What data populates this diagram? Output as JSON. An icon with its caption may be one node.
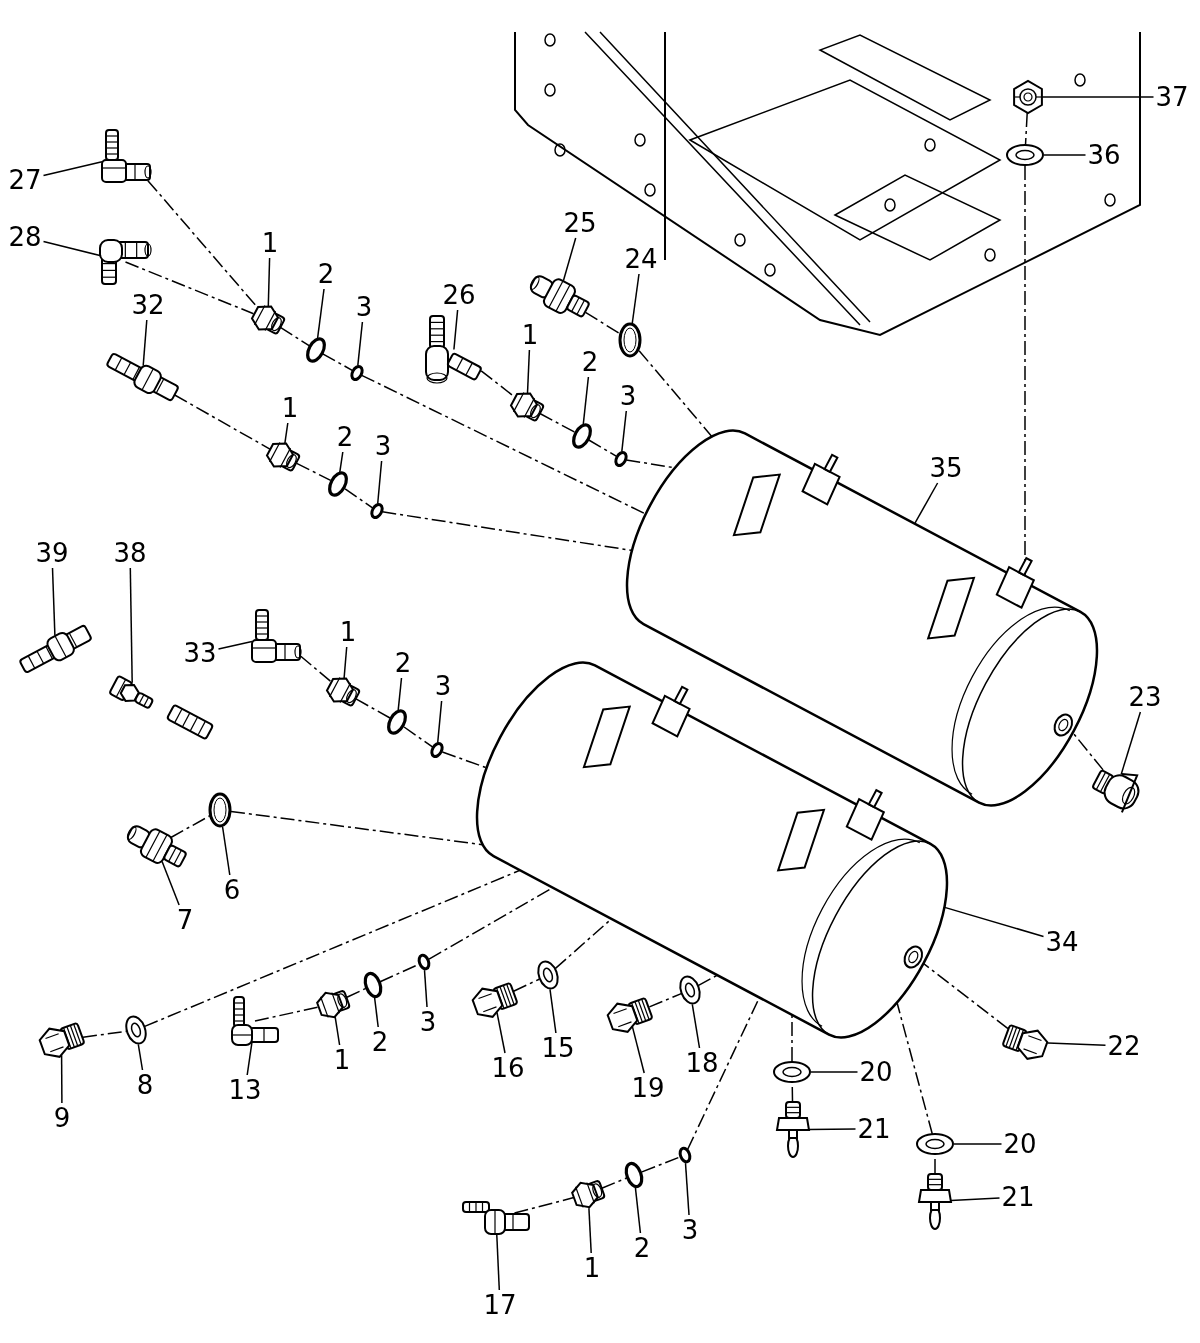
{
  "diagram": {
    "nodes": [
      {
        "text": [
          "27"
        ]
      },
      {
        "text": [],
        "shape": "picture"
      },
      {
        "text": [
          "28"
        ]
      },
      {
        "text": [],
        "shape": "picture"
      },
      {
        "text": [
          "32"
        ]
      },
      {
        "text": [],
        "shape": "picture"
      },
      {
        "text": [
          "1"
        ]
      },
      {
        "text": [],
        "shape": "hexagon"
      },
      {
        "text": [
          "2"
        ]
      },
      {
        "text": [],
        "shape": "circle"
      },
      {
        "text": [
          "3"
        ]
      },
      {
        "text": [],
        "shape": "circle"
      },
      {
        "text": [
          "1"
        ]
      },
      {
        "text": [],
        "shape": "hexagon"
      },
      {
        "text": [
          "2"
        ]
      },
      {
        "text": [],
        "shape": "circle"
      },
      {
        "text": [
          "3"
        ]
      },
      {
        "text": [],
        "shape": "circle"
      },
      {
        "text": [
          "26"
        ]
      },
      {
        "text": [],
        "shape": "picture"
      },
      {
        "text": [
          "1"
        ]
      },
      {
        "text": [],
        "shape": "hexagon"
      },
      {
        "text": [
          "2"
        ]
      },
      {
        "text": [],
        "shape": "circle"
      },
      {
        "text": [
          "3"
        ]
      },
      {
        "text": [],
        "shape": "circle"
      },
      {
        "text": [
          "25"
        ]
      },
      {
        "text": [],
        "shape": "picture"
      },
      {
        "text": [
          "24"
        ]
      },
      {
        "text": [],
        "shape": "circle"
      },
      {
        "text": [
          "37"
        ]
      },
      {
        "text": [],
        "shape": "hexagon"
      },
      {
        "text": [
          "36"
        ]
      },
      {
        "text": [],
        "shape": "circle"
      },
      {
        "text": [
          "35"
        ]
      },
      {
        "text": [],
        "shape": "picture"
      },
      {
        "text": [
          "23"
        ]
      },
      {
        "text": [],
        "shape": "picture"
      },
      {
        "text": [
          "39"
        ]
      },
      {
        "text": [],
        "shape": "picture"
      },
      {
        "text": [
          "38"
        ]
      },
      {
        "text": [],
        "shape": "picture"
      },
      {
        "text": [
          "33"
        ]
      },
      {
        "text": [],
        "shape": "picture"
      },
      {
        "text": [
          "1"
        ]
      },
      {
        "text": [],
        "shape": "hexagon"
      },
      {
        "text": [
          "2"
        ]
      },
      {
        "text": [],
        "shape": "circle"
      },
      {
        "text": [
          "3"
        ]
      },
      {
        "text": [],
        "shape": "circle"
      },
      {
        "text": [
          "34"
        ]
      },
      {
        "text": [],
        "shape": "picture"
      },
      {
        "text": [
          "6"
        ]
      },
      {
        "text": [],
        "shape": "circle"
      },
      {
        "text": [
          "7"
        ]
      },
      {
        "text": [],
        "shape": "picture"
      },
      {
        "text": [
          "9"
        ]
      },
      {
        "text": [],
        "shape": "picture"
      },
      {
        "text": [
          "8"
        ]
      },
      {
        "text": [],
        "shape": "circle"
      },
      {
        "text": [
          "13"
        ]
      },
      {
        "text": [],
        "shape": "picture"
      },
      {
        "text": [
          "1"
        ]
      },
      {
        "text": [],
        "shape": "hexagon"
      },
      {
        "text": [
          "2"
        ]
      },
      {
        "text": [],
        "shape": "circle"
      },
      {
        "text": [
          "3"
        ]
      },
      {
        "text": [],
        "shape": "circle"
      },
      {
        "text": [
          "16"
        ]
      },
      {
        "text": [],
        "shape": "picture"
      },
      {
        "text": [
          "15"
        ]
      },
      {
        "text": [],
        "shape": "circle"
      },
      {
        "text": [
          "19"
        ]
      },
      {
        "text": [],
        "shape": "picture"
      },
      {
        "text": [
          "18"
        ]
      },
      {
        "text": [],
        "shape": "circle"
      },
      {
        "text": [
          "22"
        ]
      },
      {
        "text": [],
        "shape": "picture"
      },
      {
        "text": [
          "20"
        ]
      },
      {
        "text": [],
        "shape": "circle"
      },
      {
        "text": [
          "21"
        ]
      },
      {
        "text": [],
        "shape": "picture"
      },
      {
        "text": [
          "20"
        ]
      },
      {
        "text": [],
        "shape": "circle"
      },
      {
        "text": [
          "21"
        ]
      },
      {
        "text": [],
        "shape": "picture"
      },
      {
        "text": [
          "17"
        ]
      },
      {
        "text": [],
        "shape": "picture"
      },
      {
        "text": [
          "1"
        ]
      },
      {
        "text": [],
        "shape": "hexagon"
      },
      {
        "text": [
          "2"
        ]
      },
      {
        "text": [],
        "shape": "circle"
      },
      {
        "text": [
          "3"
        ]
      },
      {
        "text": [],
        "shape": "circle"
      }
    ],
    "edges": [
      {
        "from": 0,
        "to": 1,
        "arrow": "none"
      },
      {
        "from": 2,
        "to": 3,
        "arrow": "none"
      },
      {
        "from": 4,
        "to": 5,
        "arrow": "none"
      },
      {
        "from": 6,
        "to": 7,
        "arrow": "none"
      },
      {
        "from": 8,
        "to": 9,
        "arrow": "none"
      },
      {
        "from": 10,
        "to": 11,
        "arrow": "none"
      },
      {
        "from": 12,
        "to": 13,
        "arrow": "none"
      },
      {
        "from": 14,
        "to": 15,
        "arrow": "none"
      },
      {
        "from": 16,
        "to": 17,
        "arrow": "none"
      },
      {
        "from": 18,
        "to": 19,
        "arrow": "none"
      },
      {
        "from": 20,
        "to": 21,
        "arrow": "none"
      },
      {
        "from": 22,
        "to": 23,
        "arrow": "none"
      },
      {
        "from": 24,
        "to": 25,
        "arrow": "none"
      },
      {
        "from": 26,
        "to": 27,
        "arrow": "none"
      },
      {
        "from": 28,
        "to": 29,
        "arrow": "none"
      },
      {
        "from": 30,
        "to": 31,
        "arrow": "none"
      },
      {
        "from": 32,
        "to": 33,
        "arrow": "none"
      },
      {
        "from": 34,
        "to": 35,
        "arrow": "none"
      },
      {
        "from": 36,
        "to": 37,
        "arrow": "none"
      },
      {
        "from": 38,
        "to": 39,
        "arrow": "none"
      },
      {
        "from": 40,
        "to": 41,
        "arrow": "none"
      },
      {
        "from": 42,
        "to": 43,
        "arrow": "none"
      },
      {
        "from": 44,
        "to": 45,
        "arrow": "none"
      },
      {
        "from": 46,
        "to": 47,
        "arrow": "none"
      },
      {
        "from": 48,
        "to": 49,
        "arrow": "none"
      },
      {
        "from": 50,
        "to": 51,
        "arrow": "none"
      },
      {
        "from": 52,
        "to": 53,
        "arrow": "none"
      },
      {
        "from": 54,
        "to": 55,
        "arrow": "none"
      },
      {
        "from": 56,
        "to": 57,
        "arrow": "none"
      },
      {
        "from": 58,
        "to": 59,
        "arrow": "none"
      },
      {
        "from": 60,
        "to": 61,
        "arrow": "none"
      },
      {
        "from": 62,
        "to": 63,
        "arrow": "none"
      },
      {
        "from": 64,
        "to": 65,
        "arrow": "none"
      },
      {
        "from": 66,
        "to": 67,
        "arrow": "none"
      },
      {
        "from": 68,
        "to": 69,
        "arrow": "none"
      },
      {
        "from": 70,
        "to": 71,
        "arrow": "none"
      },
      {
        "from": 72,
        "to": 73,
        "arrow": "none"
      },
      {
        "from": 74,
        "to": 75,
        "arrow": "none"
      },
      {
        "from": 76,
        "to": 77,
        "arrow": "none"
      },
      {
        "from": 78,
        "to": 79,
        "arrow": "none"
      },
      {
        "from": 80,
        "to": 81,
        "arrow": "none"
      },
      {
        "from": 82,
        "to": 83,
        "arrow": "none"
      },
      {
        "from": 84,
        "to": 85,
        "arrow": "none"
      },
      {
        "from": 86,
        "to": 87,
        "arrow": "none"
      },
      {
        "from": 88,
        "to": 89,
        "arrow": "none"
      },
      {
        "from": 90,
        "to": 91,
        "arrow": "none"
      },
      {
        "from": 92,
        "to": 93,
        "arrow": "none"
      },
      {
        "from": 1,
        "to": 7,
        "arrow": "none",
        "style": "dashed"
      },
      {
        "from": 3,
        "to": 7,
        "arrow": "none",
        "style": "dashed"
      },
      {
        "from": 7,
        "to": 9,
        "arrow": "none",
        "style": "dashed"
      },
      {
        "from": 9,
        "to": 11,
        "arrow": "none",
        "style": "dashed"
      },
      {
        "from": 11,
        "to": 35,
        "arrow": "none",
        "style": "dashed"
      },
      {
        "from": 5,
        "to": 13,
        "arrow": "none",
        "style": "dashed"
      },
      {
        "from": 13,
        "to": 15,
        "arrow": "none",
        "style": "dashed"
      },
      {
        "from": 15,
        "to": 17,
        "arrow": "none",
        "style": "dashed"
      },
      {
        "from": 17,
        "to": 35,
        "arrow": "none",
        "style": "dashed"
      },
      {
        "from": 19,
        "to": 21,
        "arrow": "none",
        "style": "dashed"
      },
      {
        "from": 21,
        "to": 23,
        "arrow": "none",
        "style": "dashed"
      },
      {
        "from": 23,
        "to": 25,
        "arrow": "none",
        "style": "dashed"
      },
      {
        "from": 25,
        "to": 35,
        "arrow": "none",
        "style": "dashed"
      },
      {
        "from": 27,
        "to": 29,
        "arrow": "none",
        "style": "dashed"
      },
      {
        "from": 29,
        "to": 35,
        "arrow": "none",
        "style": "dashed"
      },
      {
        "from": 31,
        "to": 33,
        "arrow": "none",
        "style": "dashed"
      },
      {
        "from": 33,
        "to": 35,
        "arrow": "none",
        "style": "dashed"
      },
      {
        "from": 37,
        "to": 35,
        "arrow": "none",
        "style": "dashed"
      },
      {
        "from": 43,
        "to": 45,
        "arrow": "none",
        "style": "dashed"
      },
      {
        "from": 45,
        "to": 47,
        "arrow": "none",
        "style": "dashed"
      },
      {
        "from": 47,
        "to": 49,
        "arrow": "none",
        "style": "dashed"
      },
      {
        "from": 49,
        "to": 51,
        "arrow": "none",
        "style": "dashed"
      },
      {
        "from": 55,
        "to": 53,
        "arrow": "none",
        "style": "dashed"
      },
      {
        "from": 53,
        "to": 51,
        "arrow": "none",
        "style": "dashed"
      },
      {
        "from": 57,
        "to": 59,
        "arrow": "none",
        "style": "dashed"
      },
      {
        "from": 59,
        "to": 51,
        "arrow": "none",
        "style": "dashed"
      },
      {
        "from": 61,
        "to": 63,
        "arrow": "none",
        "style": "dashed"
      },
      {
        "from": 63,
        "to": 65,
        "arrow": "none",
        "style": "dashed"
      },
      {
        "from": 65,
        "to": 67,
        "arrow": "none",
        "style": "dashed"
      },
      {
        "from": 67,
        "to": 51,
        "arrow": "none",
        "style": "dashed"
      },
      {
        "from": 69,
        "to": 71,
        "arrow": "none",
        "style": "dashed"
      },
      {
        "from": 71,
        "to": 51,
        "arrow": "none",
        "style": "dashed"
      },
      {
        "from": 73,
        "to": 75,
        "arrow": "none",
        "style": "dashed"
      },
      {
        "from": 75,
        "to": 51,
        "arrow": "none",
        "style": "dashed"
      },
      {
        "from": 77,
        "to": 51,
        "arrow": "none",
        "style": "dashed"
      },
      {
        "from": 81,
        "to": 79,
        "arrow": "none",
        "style": "dashed"
      },
      {
        "from": 79,
        "to": 51,
        "arrow": "none",
        "style": "dashed"
      },
      {
        "from": 85,
        "to": 83,
        "arrow": "none",
        "style": "dashed"
      },
      {
        "from": 83,
        "to": 51,
        "arrow": "none",
        "style": "dashed"
      },
      {
        "from": 87,
        "to": 89,
        "arrow": "none",
        "style": "dashed"
      },
      {
        "from": 89,
        "to": 91,
        "arrow": "none",
        "style": "dashed"
      },
      {
        "from": 91,
        "to": 93,
        "arrow": "none",
        "style": "dashed"
      },
      {
        "from": 93,
        "to": 51,
        "arrow": "none",
        "style": "dashed"
      }
    ]
  }
}
